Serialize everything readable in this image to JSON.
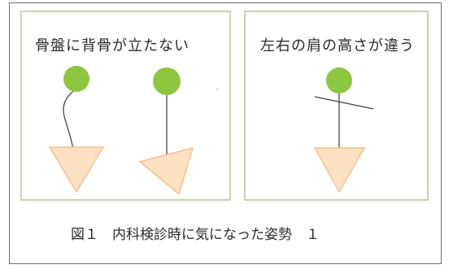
{
  "figure": {
    "left_panel": {
      "title": "骨盤に背骨が立たない"
    },
    "right_panel": {
      "title": "左右の肩の高さが違う"
    },
    "caption": "図１　内科検診時に気になった姿勢　１",
    "colors": {
      "panel_border": "#c9d3ad",
      "head_fill": "#8dc63f",
      "triangle_fill": "#fde1c3",
      "triangle_stroke": "#f7c08f",
      "line": "#444444"
    }
  }
}
